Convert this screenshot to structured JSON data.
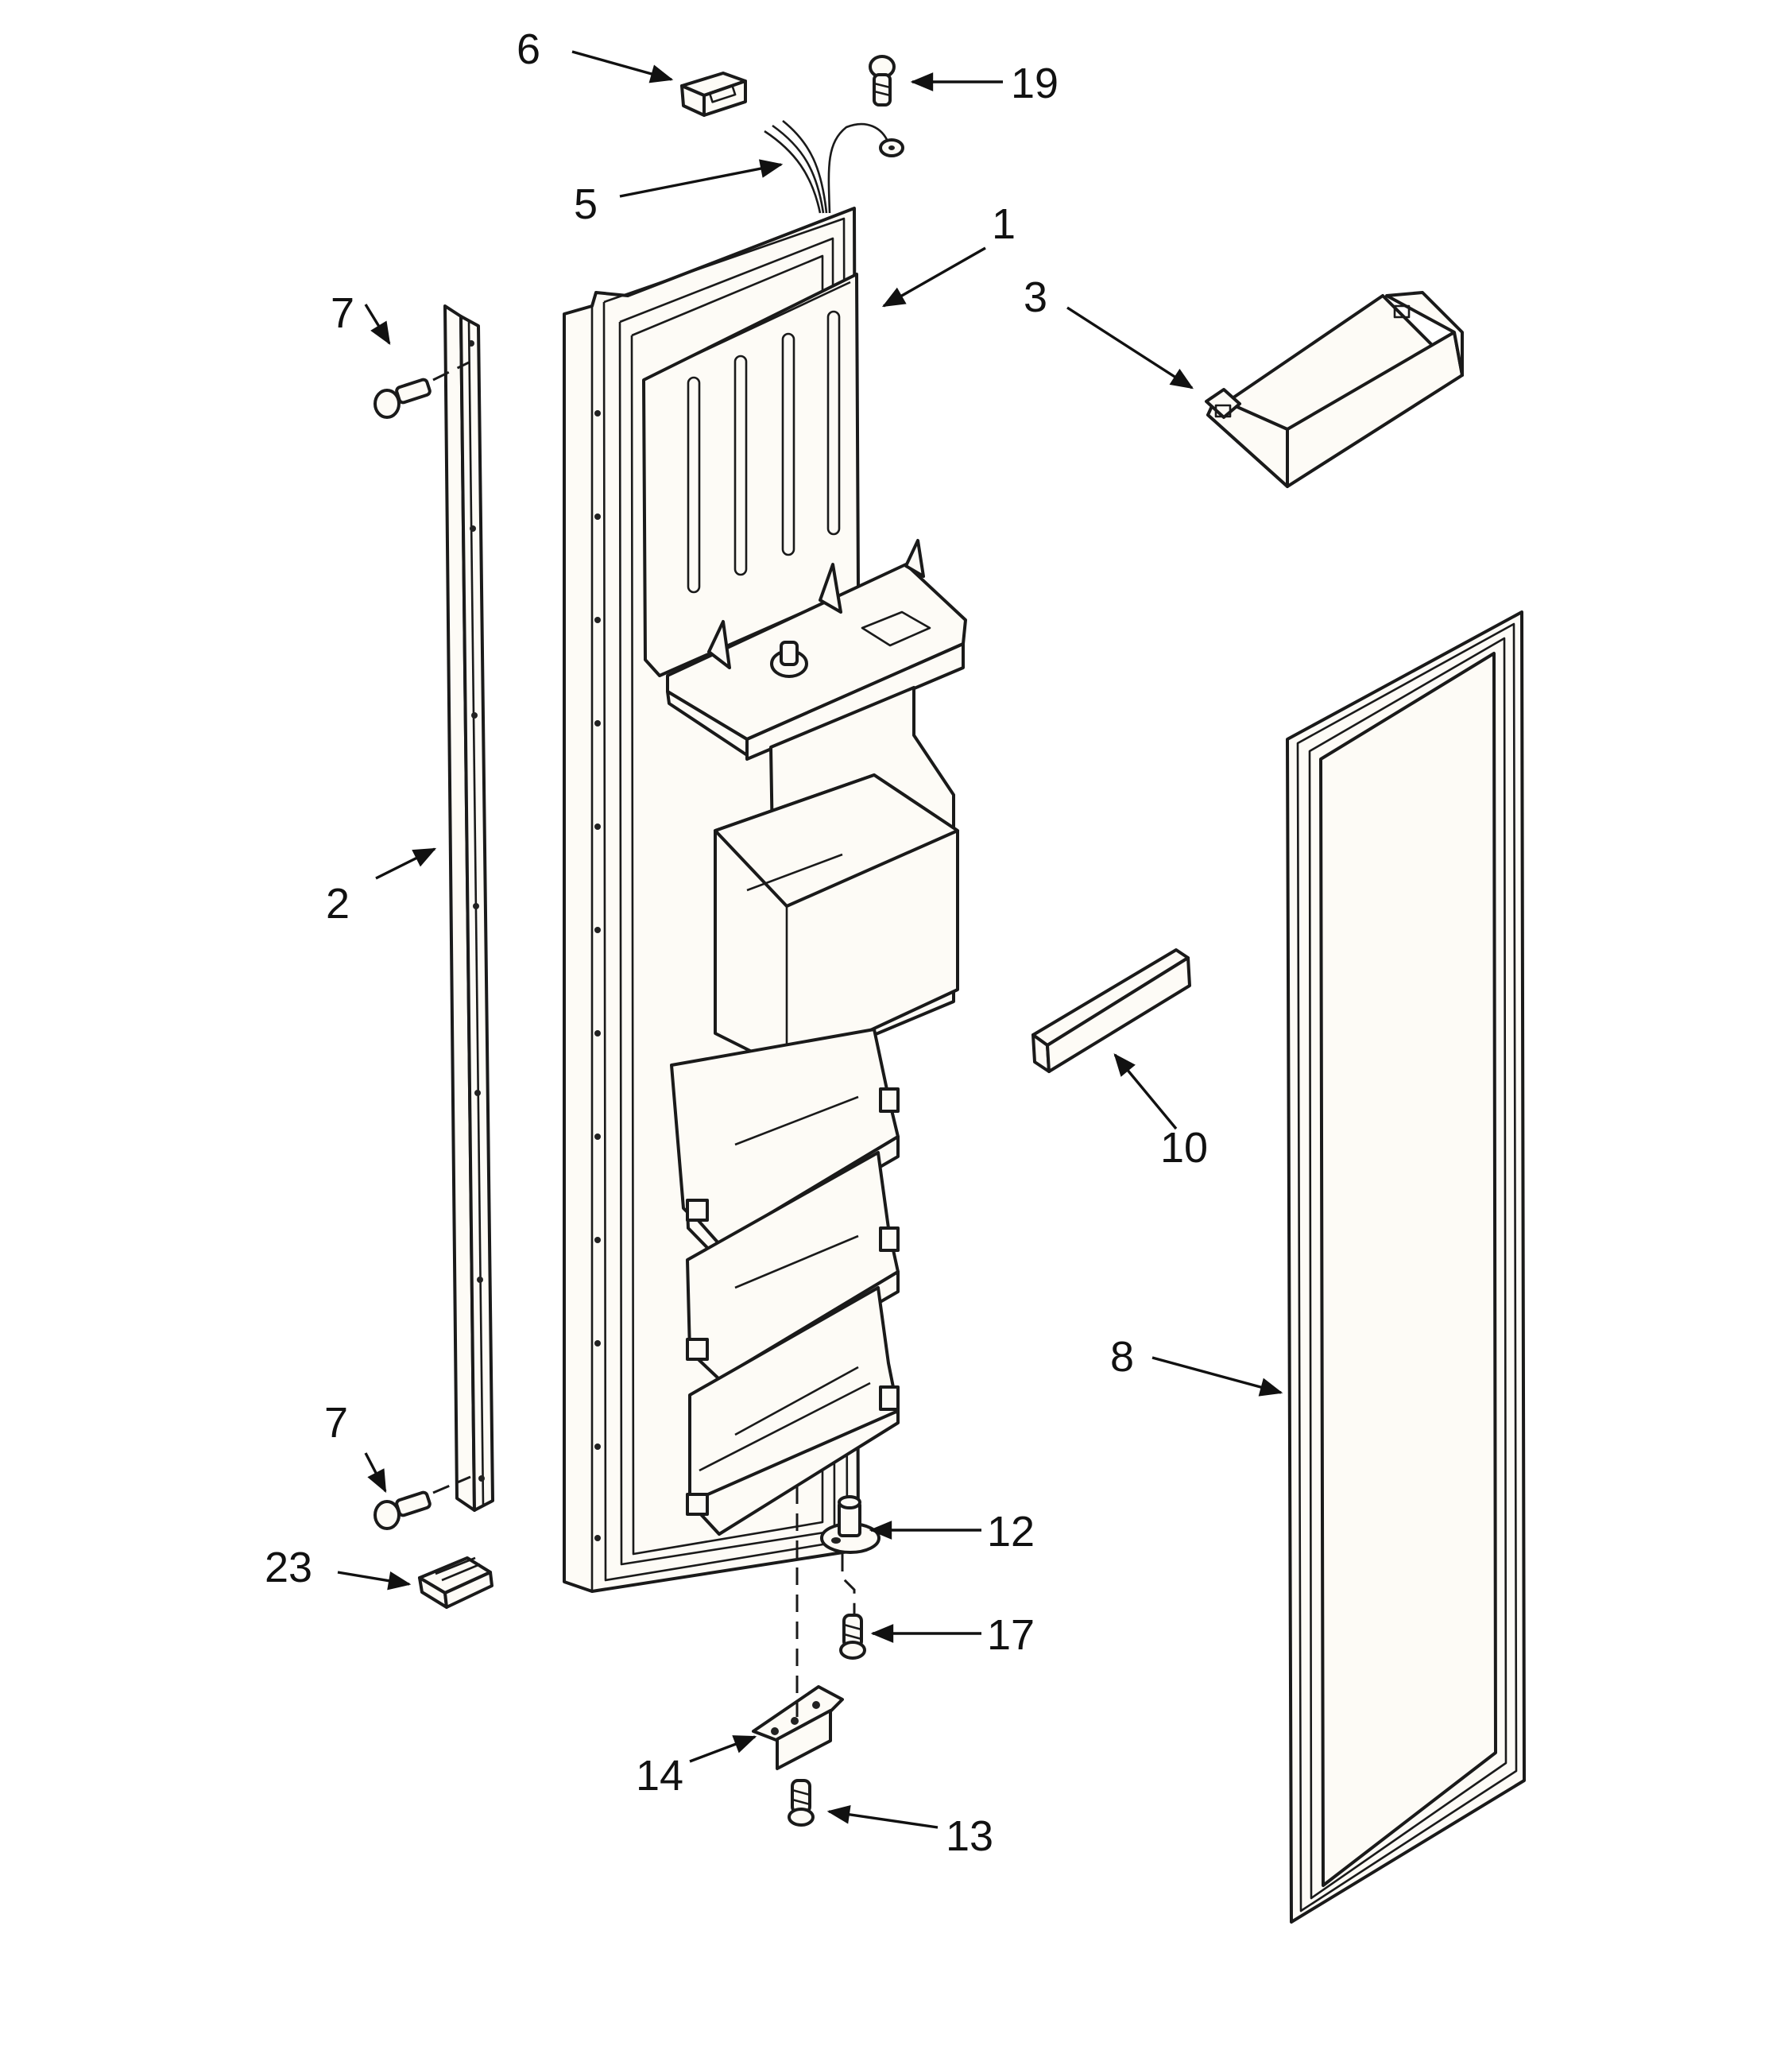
{
  "parts": [
    {
      "id": "door-liner",
      "number": "1"
    },
    {
      "id": "door-trim",
      "number": "2"
    },
    {
      "id": "door-bin",
      "number": "3"
    },
    {
      "id": "wiring-harness",
      "number": "5"
    },
    {
      "id": "connector",
      "number": "6"
    },
    {
      "id": "screw-top",
      "number": "7"
    },
    {
      "id": "screw-bottom",
      "number": "7"
    },
    {
      "id": "door-gasket",
      "number": "8"
    },
    {
      "id": "trim-strip",
      "number": "10"
    },
    {
      "id": "hinge-pin",
      "number": "12"
    },
    {
      "id": "screw-hinge-bottom",
      "number": "13"
    },
    {
      "id": "hinge-bracket",
      "number": "14"
    },
    {
      "id": "screw-hinge",
      "number": "17"
    },
    {
      "id": "ground-screw",
      "number": "19"
    },
    {
      "id": "door-closer-cover",
      "number": "23"
    }
  ]
}
